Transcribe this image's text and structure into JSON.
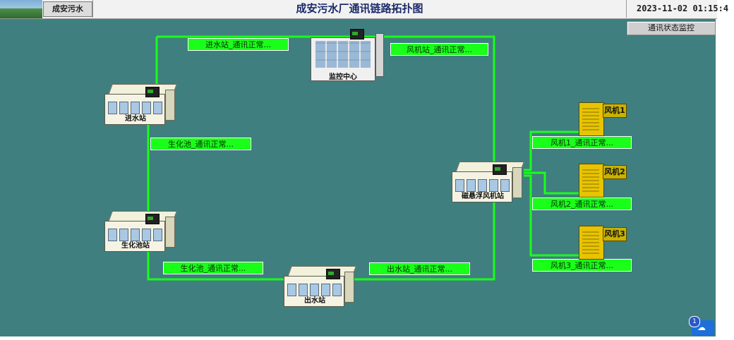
{
  "header": {
    "logo_text": "成安污水",
    "title": "成安污水厂通讯链路拓扑图",
    "datetime": "2023-11-02 01:15:4"
  },
  "monitor_button": "通讯状态监控",
  "nodes": {
    "control_center": "监控中心",
    "inlet_station": "进水站",
    "bio_tank": "生化池站",
    "outlet_station": "出水站",
    "maglev_fan_station": "磁悬浮风机站"
  },
  "fans": [
    "风机1",
    "风机2",
    "风机3"
  ],
  "status_labels": {
    "inlet": "进水站_通讯正常...",
    "fan_station": "风机站_通讯正常...",
    "bio_upper": "生化池_通讯正常...",
    "bio_lower": "生化池_通讯正常...",
    "outlet": "出水站_通讯正常...",
    "fan1": "风机1_通讯正常...",
    "fan2": "风机2_通讯正常...",
    "fan3": "风机3_通讯正常..."
  },
  "notification_count": "1",
  "colors": {
    "background": "#3f7f7f",
    "link": "#19ff19",
    "fan": "#e8c400"
  }
}
